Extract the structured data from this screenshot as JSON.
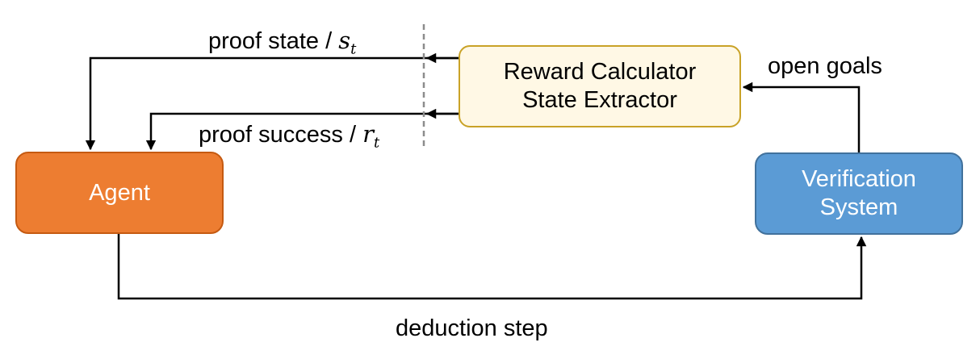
{
  "nodes": {
    "agent": {
      "label": "Agent"
    },
    "verification": {
      "line1": "Verification",
      "line2": "System"
    },
    "reward": {
      "line1": "Reward Calculator",
      "line2": "State Extractor"
    }
  },
  "edges": {
    "proof_state": {
      "text": "proof state / ",
      "var": "s",
      "sub": "t"
    },
    "proof_success": {
      "text": "proof success / ",
      "var": "r",
      "sub": "t"
    },
    "open_goals": {
      "text": "open goals"
    },
    "deduction_step": {
      "text": "deduction step"
    }
  },
  "colors": {
    "agent_fill": "#ED7D31",
    "agent_border": "#C55A11",
    "verification_fill": "#5B9BD5",
    "verification_border": "#41719C",
    "reward_fill": "#FFF8E5",
    "reward_border": "#C9A227",
    "arrow": "#000000",
    "divider": "#8C8C8C"
  }
}
